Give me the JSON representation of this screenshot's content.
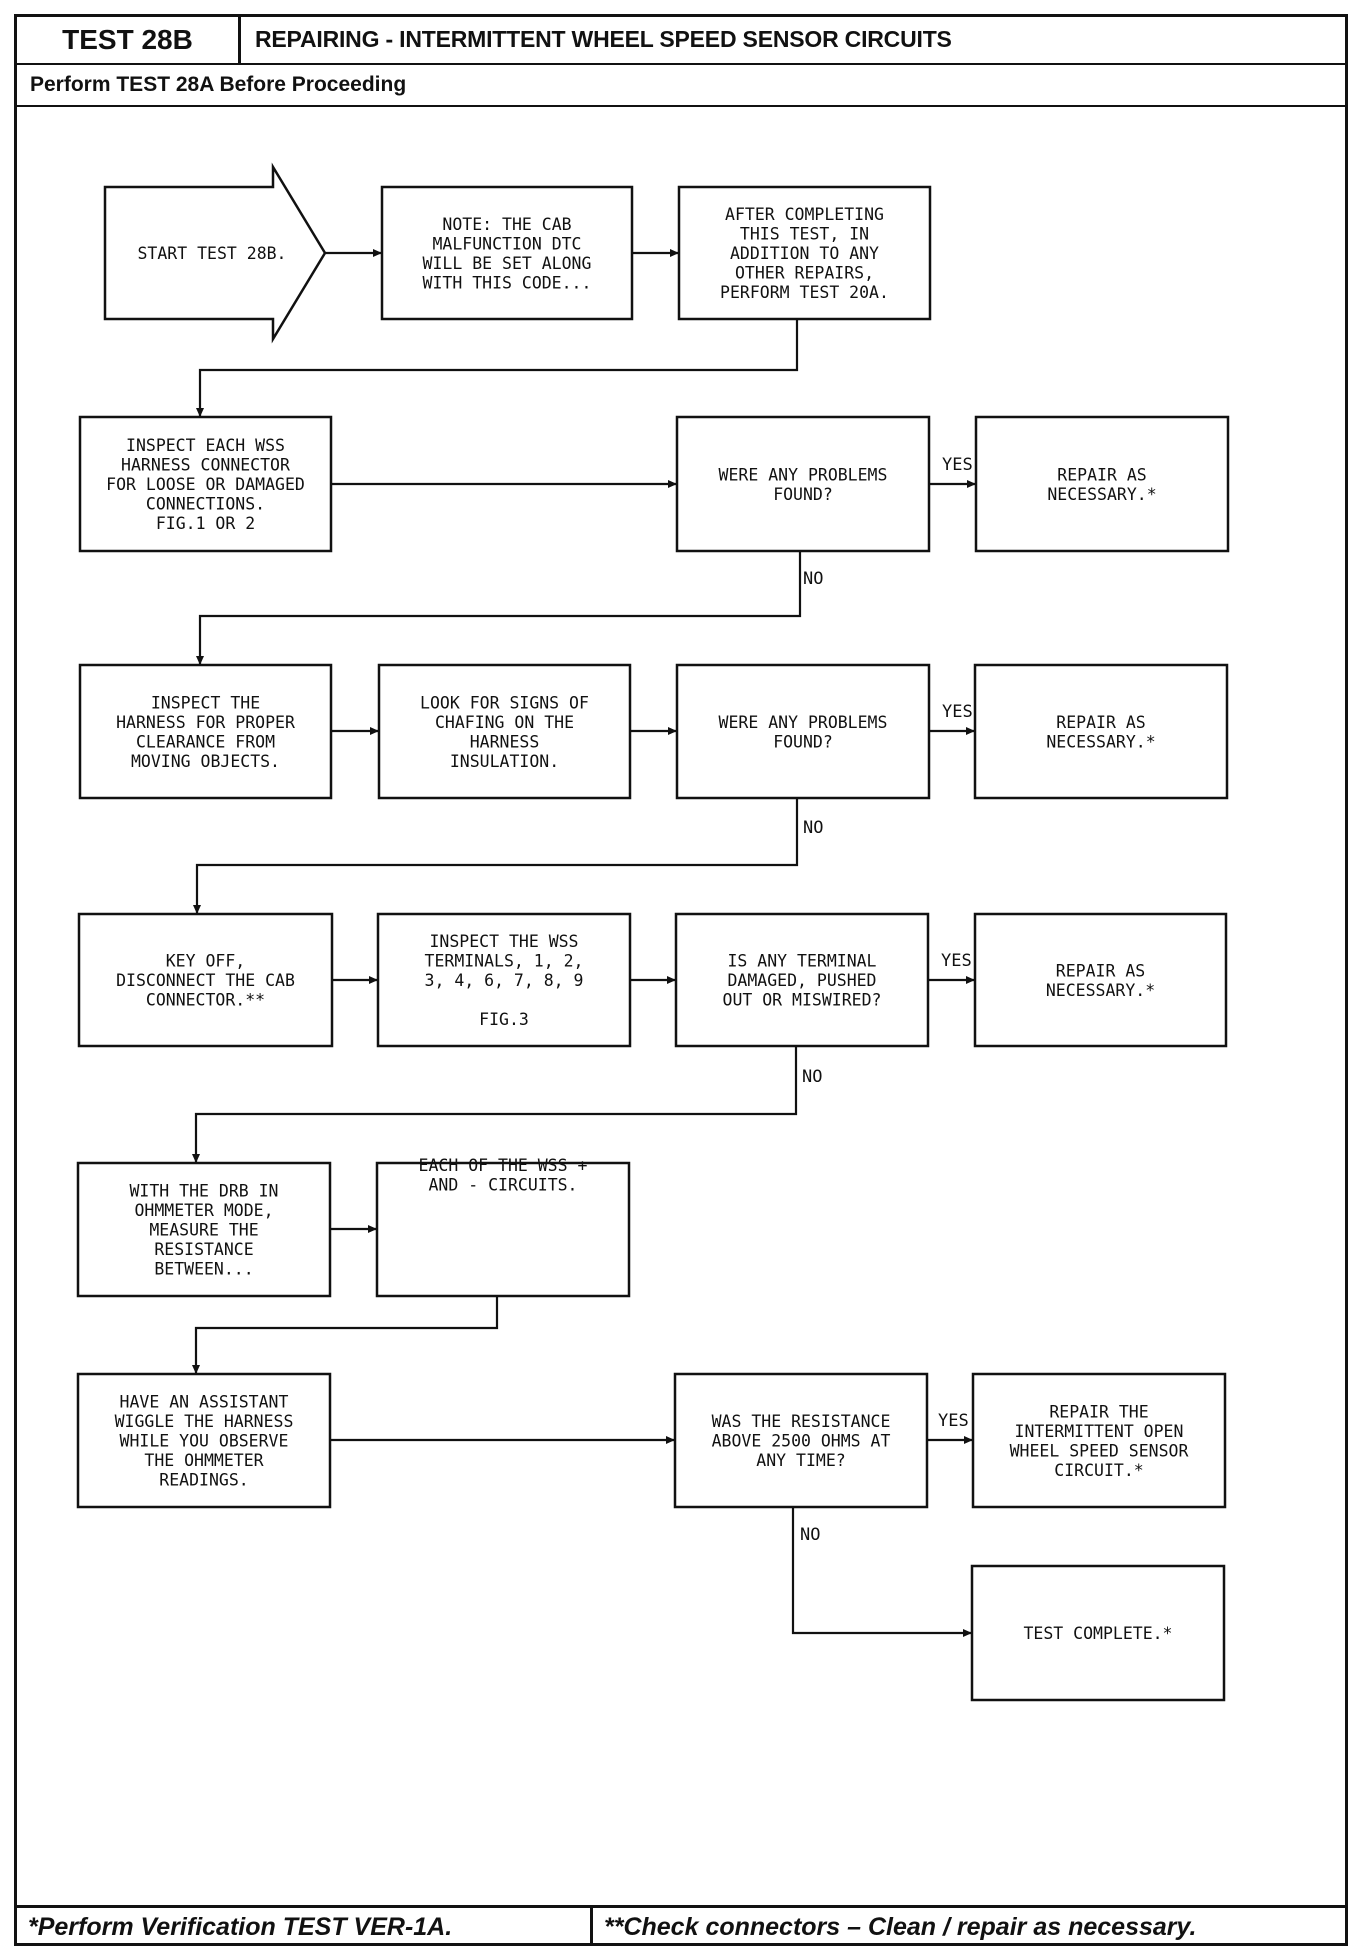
{
  "header": {
    "test_id": "TEST 28B",
    "title": "REPAIRING - INTERMITTENT WHEEL SPEED SENSOR CIRCUITS",
    "subtitle": "Perform TEST 28A Before Proceeding"
  },
  "flow": {
    "start": [
      "START TEST 28B."
    ],
    "note": [
      "NOTE: THE CAB",
      "MALFUNCTION DTC",
      "WILL BE SET ALONG",
      "WITH THIS CODE..."
    ],
    "after": [
      "AFTER COMPLETING",
      "THIS TEST, IN",
      "ADDITION TO ANY",
      "OTHER REPAIRS,",
      "PERFORM TEST 20A."
    ],
    "inspect_connector": [
      "INSPECT EACH WSS",
      "HARNESS CONNECTOR",
      "FOR LOOSE OR DAMAGED",
      "CONNECTIONS.",
      "FIG.1 OR 2"
    ],
    "q1": [
      "WERE ANY PROBLEMS",
      "FOUND?"
    ],
    "repair1": [
      "REPAIR AS",
      "NECESSARY.*"
    ],
    "inspect_harness": [
      "INSPECT THE",
      "HARNESS FOR PROPER",
      "CLEARANCE FROM",
      "MOVING OBJECTS."
    ],
    "chafing": [
      "LOOK FOR SIGNS OF",
      "CHAFING ON THE",
      "HARNESS",
      "INSULATION."
    ],
    "q2": [
      "WERE ANY PROBLEMS",
      "FOUND?"
    ],
    "repair2": [
      "REPAIR AS",
      "NECESSARY.*"
    ],
    "key_off": [
      "KEY OFF,",
      "DISCONNECT THE CAB",
      "CONNECTOR.**"
    ],
    "terminals": [
      "INSPECT THE WSS",
      "TERMINALS, 1, 2,",
      "3, 4, 6, 7, 8, 9",
      "",
      "FIG.3"
    ],
    "q3": [
      "IS ANY TERMINAL",
      "DAMAGED, PUSHED",
      "OUT OR MISWIRED?"
    ],
    "repair3": [
      "REPAIR AS",
      "NECESSARY.*"
    ],
    "drb": [
      "WITH THE DRB IN",
      "OHMMETER MODE,",
      "MEASURE THE",
      "RESISTANCE",
      "BETWEEN..."
    ],
    "circuits": [
      "EACH OF THE WSS +",
      "AND - CIRCUITS."
    ],
    "wiggle": [
      "HAVE AN ASSISTANT",
      "WIGGLE THE HARNESS",
      "WHILE YOU OBSERVE",
      "THE OHMMETER",
      "READINGS."
    ],
    "q4": [
      "WAS THE RESISTANCE",
      "ABOVE 2500 OHMS AT",
      "ANY TIME?"
    ],
    "repair4": [
      "REPAIR THE",
      "INTERMITTENT OPEN",
      "WHEEL SPEED SENSOR",
      "CIRCUIT.*"
    ],
    "complete": [
      "TEST COMPLETE.*"
    ],
    "yes_label": "YES",
    "no_label": "NO"
  },
  "footer": {
    "note_left": "*Perform Verification TEST VER-1A.",
    "note_right": "**Check connectors – Clean / repair as necessary."
  }
}
